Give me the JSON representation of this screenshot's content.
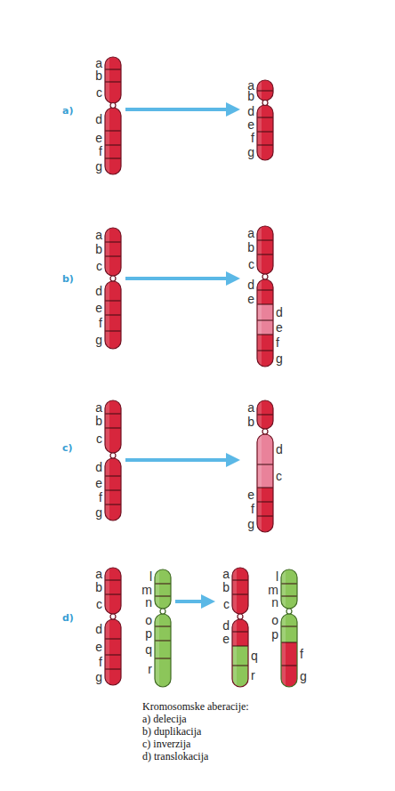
{
  "diagram": {
    "caption": "Kromosomske aberacije:",
    "nodes": [
      {
        "text": [
          "a",
          "b",
          "c",
          "d",
          "e",
          "f",
          "g"
        ]
      },
      {
        "text": [
          "a",
          "b",
          "d",
          "e",
          "f",
          "g"
        ]
      },
      {
        "text": [
          "a",
          "b",
          "c",
          "d",
          "e",
          "f",
          "g"
        ]
      },
      {
        "text": [
          "a",
          "b",
          "c",
          "d",
          "e",
          "d",
          "e",
          "f",
          "g"
        ]
      },
      {
        "text": [
          "a",
          "b",
          "c",
          "d",
          "e",
          "f",
          "g"
        ]
      },
      {
        "text": [
          "a",
          "b",
          "d",
          "c",
          "e",
          "f",
          "g"
        ]
      },
      {
        "text": [
          "a",
          "b",
          "c",
          "d",
          "e",
          "f",
          "g"
        ]
      },
      {
        "text": [
          "l",
          "m",
          "n",
          "o",
          "p",
          "q",
          "r"
        ]
      },
      {
        "text": [
          "a",
          "b",
          "c",
          "d",
          "e",
          "q",
          "r"
        ]
      },
      {
        "text": [
          "l",
          "m",
          "n",
          "o",
          "p",
          "f",
          "g"
        ]
      }
    ],
    "edges": [
      {
        "from": 0,
        "to": 1,
        "arrow": "to"
      },
      {
        "from": 2,
        "to": 3,
        "arrow": "to"
      },
      {
        "from": 4,
        "to": 5,
        "arrow": "to"
      },
      {
        "from": 7,
        "to": 8,
        "arrow": "to"
      }
    ],
    "labels": [
      "a)",
      "b)",
      "c)",
      "d)",
      "a) delecija",
      "b) duplikacija",
      "c) inverzija",
      "d) translokacija"
    ]
  }
}
